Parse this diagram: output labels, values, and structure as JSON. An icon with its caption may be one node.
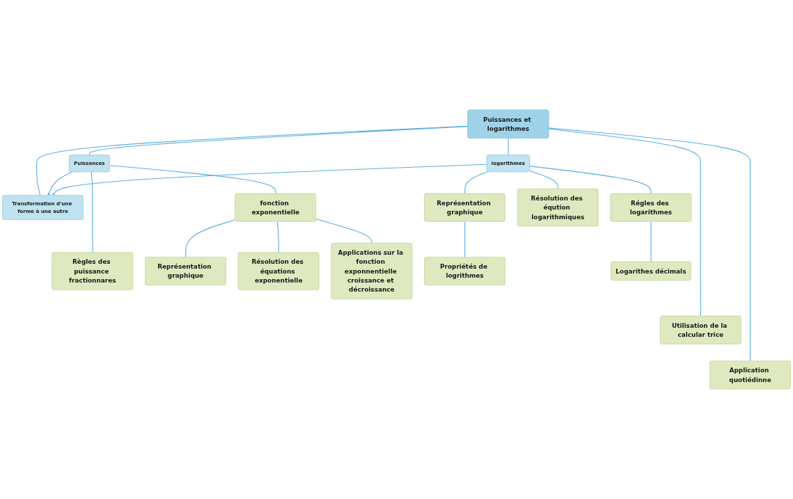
{
  "diagram": {
    "nodes": [
      {
        "text": [
          "Puissances et logarithmes"
        ]
      },
      {
        "text": [
          "Puissances"
        ]
      },
      {
        "text": [
          "Transformation d'une forme à une autre"
        ]
      },
      {
        "text": [
          "logarithmes"
        ]
      },
      {
        "text": [
          "Règles des puissance fractionnares"
        ]
      },
      {
        "text": [
          "fonction exponentielle"
        ]
      },
      {
        "text": [
          "Représentation graphique"
        ]
      },
      {
        "text": [
          "Résolution des équations exponentielle"
        ]
      },
      {
        "text": [
          "Applications sur la fonction exponnentielle croissance et décroissance"
        ]
      },
      {
        "text": [
          "Représentation graphique"
        ]
      },
      {
        "text": [
          "Régles des logarithmes"
        ]
      },
      {
        "text": [
          "Résolution des éqution logarithmiques"
        ]
      },
      {
        "text": [
          "Propriétés de logrithmes"
        ]
      },
      {
        "text": [
          "Logarithes décimals"
        ]
      },
      {
        "text": [
          "Utilisation de la calcular trice"
        ]
      },
      {
        "text": [
          "Application quotiédinne"
        ]
      }
    ],
    "edges": [
      {
        "from": 0,
        "to": 1,
        "arrow": "none"
      },
      {
        "from": 0,
        "to": 2,
        "arrow": "none"
      },
      {
        "from": 0,
        "to": 3,
        "arrow": "none"
      },
      {
        "from": 0,
        "to": 14,
        "arrow": "none"
      },
      {
        "from": 0,
        "to": 15,
        "arrow": "none"
      },
      {
        "from": 1,
        "to": 2,
        "arrow": "to"
      },
      {
        "from": 3,
        "to": 2,
        "arrow": "to"
      },
      {
        "from": 1,
        "to": 4,
        "arrow": "none"
      },
      {
        "from": 1,
        "to": 5,
        "arrow": "none"
      },
      {
        "from": 5,
        "to": 6,
        "arrow": "none"
      },
      {
        "from": 5,
        "to": 7,
        "arrow": "none"
      },
      {
        "from": 5,
        "to": 8,
        "arrow": "none"
      },
      {
        "from": 3,
        "to": 9,
        "arrow": "none"
      },
      {
        "from": 3,
        "to": 10,
        "arrow": "none"
      },
      {
        "from": 3,
        "to": 11,
        "arrow": "none"
      },
      {
        "from": 9,
        "to": 12,
        "arrow": "none"
      },
      {
        "from": 10,
        "to": 13,
        "arrow": "none"
      }
    ]
  }
}
